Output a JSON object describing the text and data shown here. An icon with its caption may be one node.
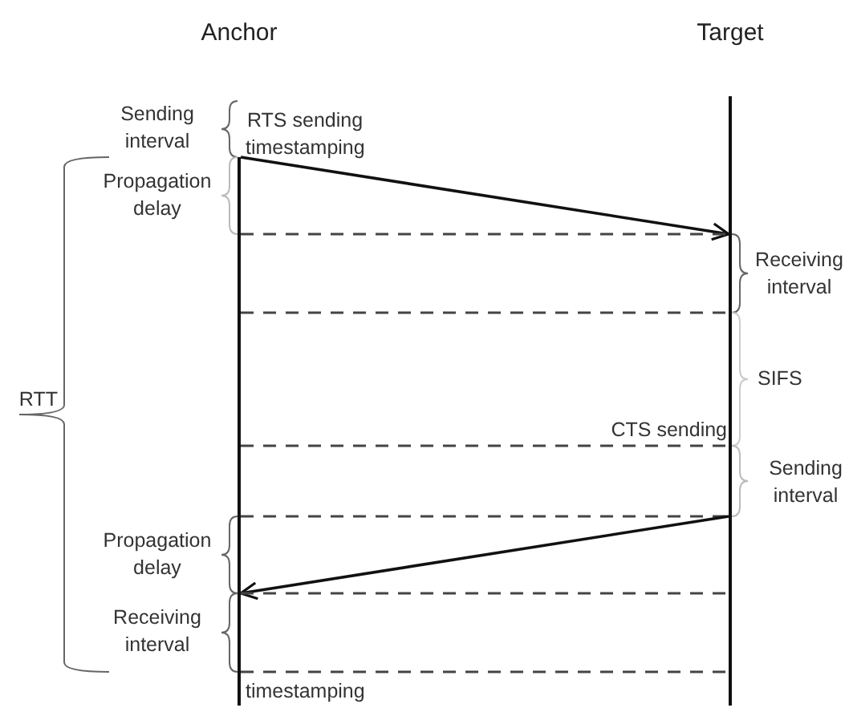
{
  "diagram": {
    "nodes": [
      {
        "text": [
          "Anchor"
        ]
      },
      {
        "text": [
          "Target"
        ]
      }
    ],
    "edges": [
      {
        "from": 0,
        "to": 1,
        "arrow": "to"
      },
      {
        "from": 0,
        "to": 1,
        "arrow": "none",
        "style": "dashed"
      },
      {
        "from": 0,
        "to": 1,
        "arrow": "none",
        "style": "dashed"
      },
      {
        "from": 0,
        "to": 1,
        "arrow": "none",
        "style": "dashed"
      },
      {
        "from": 0,
        "to": 1,
        "arrow": "none",
        "style": "dashed"
      },
      {
        "from": 1,
        "to": 0,
        "arrow": "to"
      },
      {
        "from": 0,
        "to": 1,
        "arrow": "none",
        "style": "dashed"
      },
      {
        "from": 0,
        "to": 1,
        "arrow": "none",
        "style": "dashed"
      }
    ],
    "labels": [
      "RTS sending",
      "Sending interval",
      "timestamping",
      "Propagation delay",
      "Receiving interval",
      "RTT",
      "SIFS",
      "CTS sending",
      "Sending interval",
      "Propagation delay",
      "Receiving interval",
      "timestamping"
    ]
  }
}
